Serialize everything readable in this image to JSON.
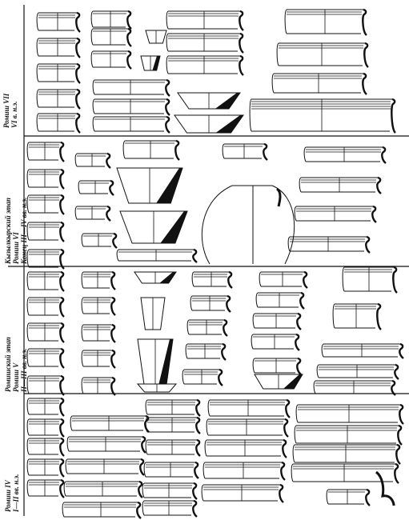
{
  "title": "",
  "colors": {
    "ink": "#111111",
    "paper": "#ffffff"
  },
  "phases": [
    {
      "id": "ramis-vii",
      "lines": [
        "Ромиш VII",
        "VI в. н.э."
      ]
    },
    {
      "id": "ramis-vi",
      "lines": [
        "Кызылкырский этап",
        "Ромиш VI",
        "Конец III—IV вв. н.э."
      ]
    },
    {
      "id": "ramis-v",
      "lines": [
        "Ромишский этап",
        "Ромиш V",
        "II—III вв. н.э."
      ]
    },
    {
      "id": "ramis-iv",
      "lines": [
        "Ромиш IV",
        "I—II вв. н.э."
      ]
    }
  ]
}
